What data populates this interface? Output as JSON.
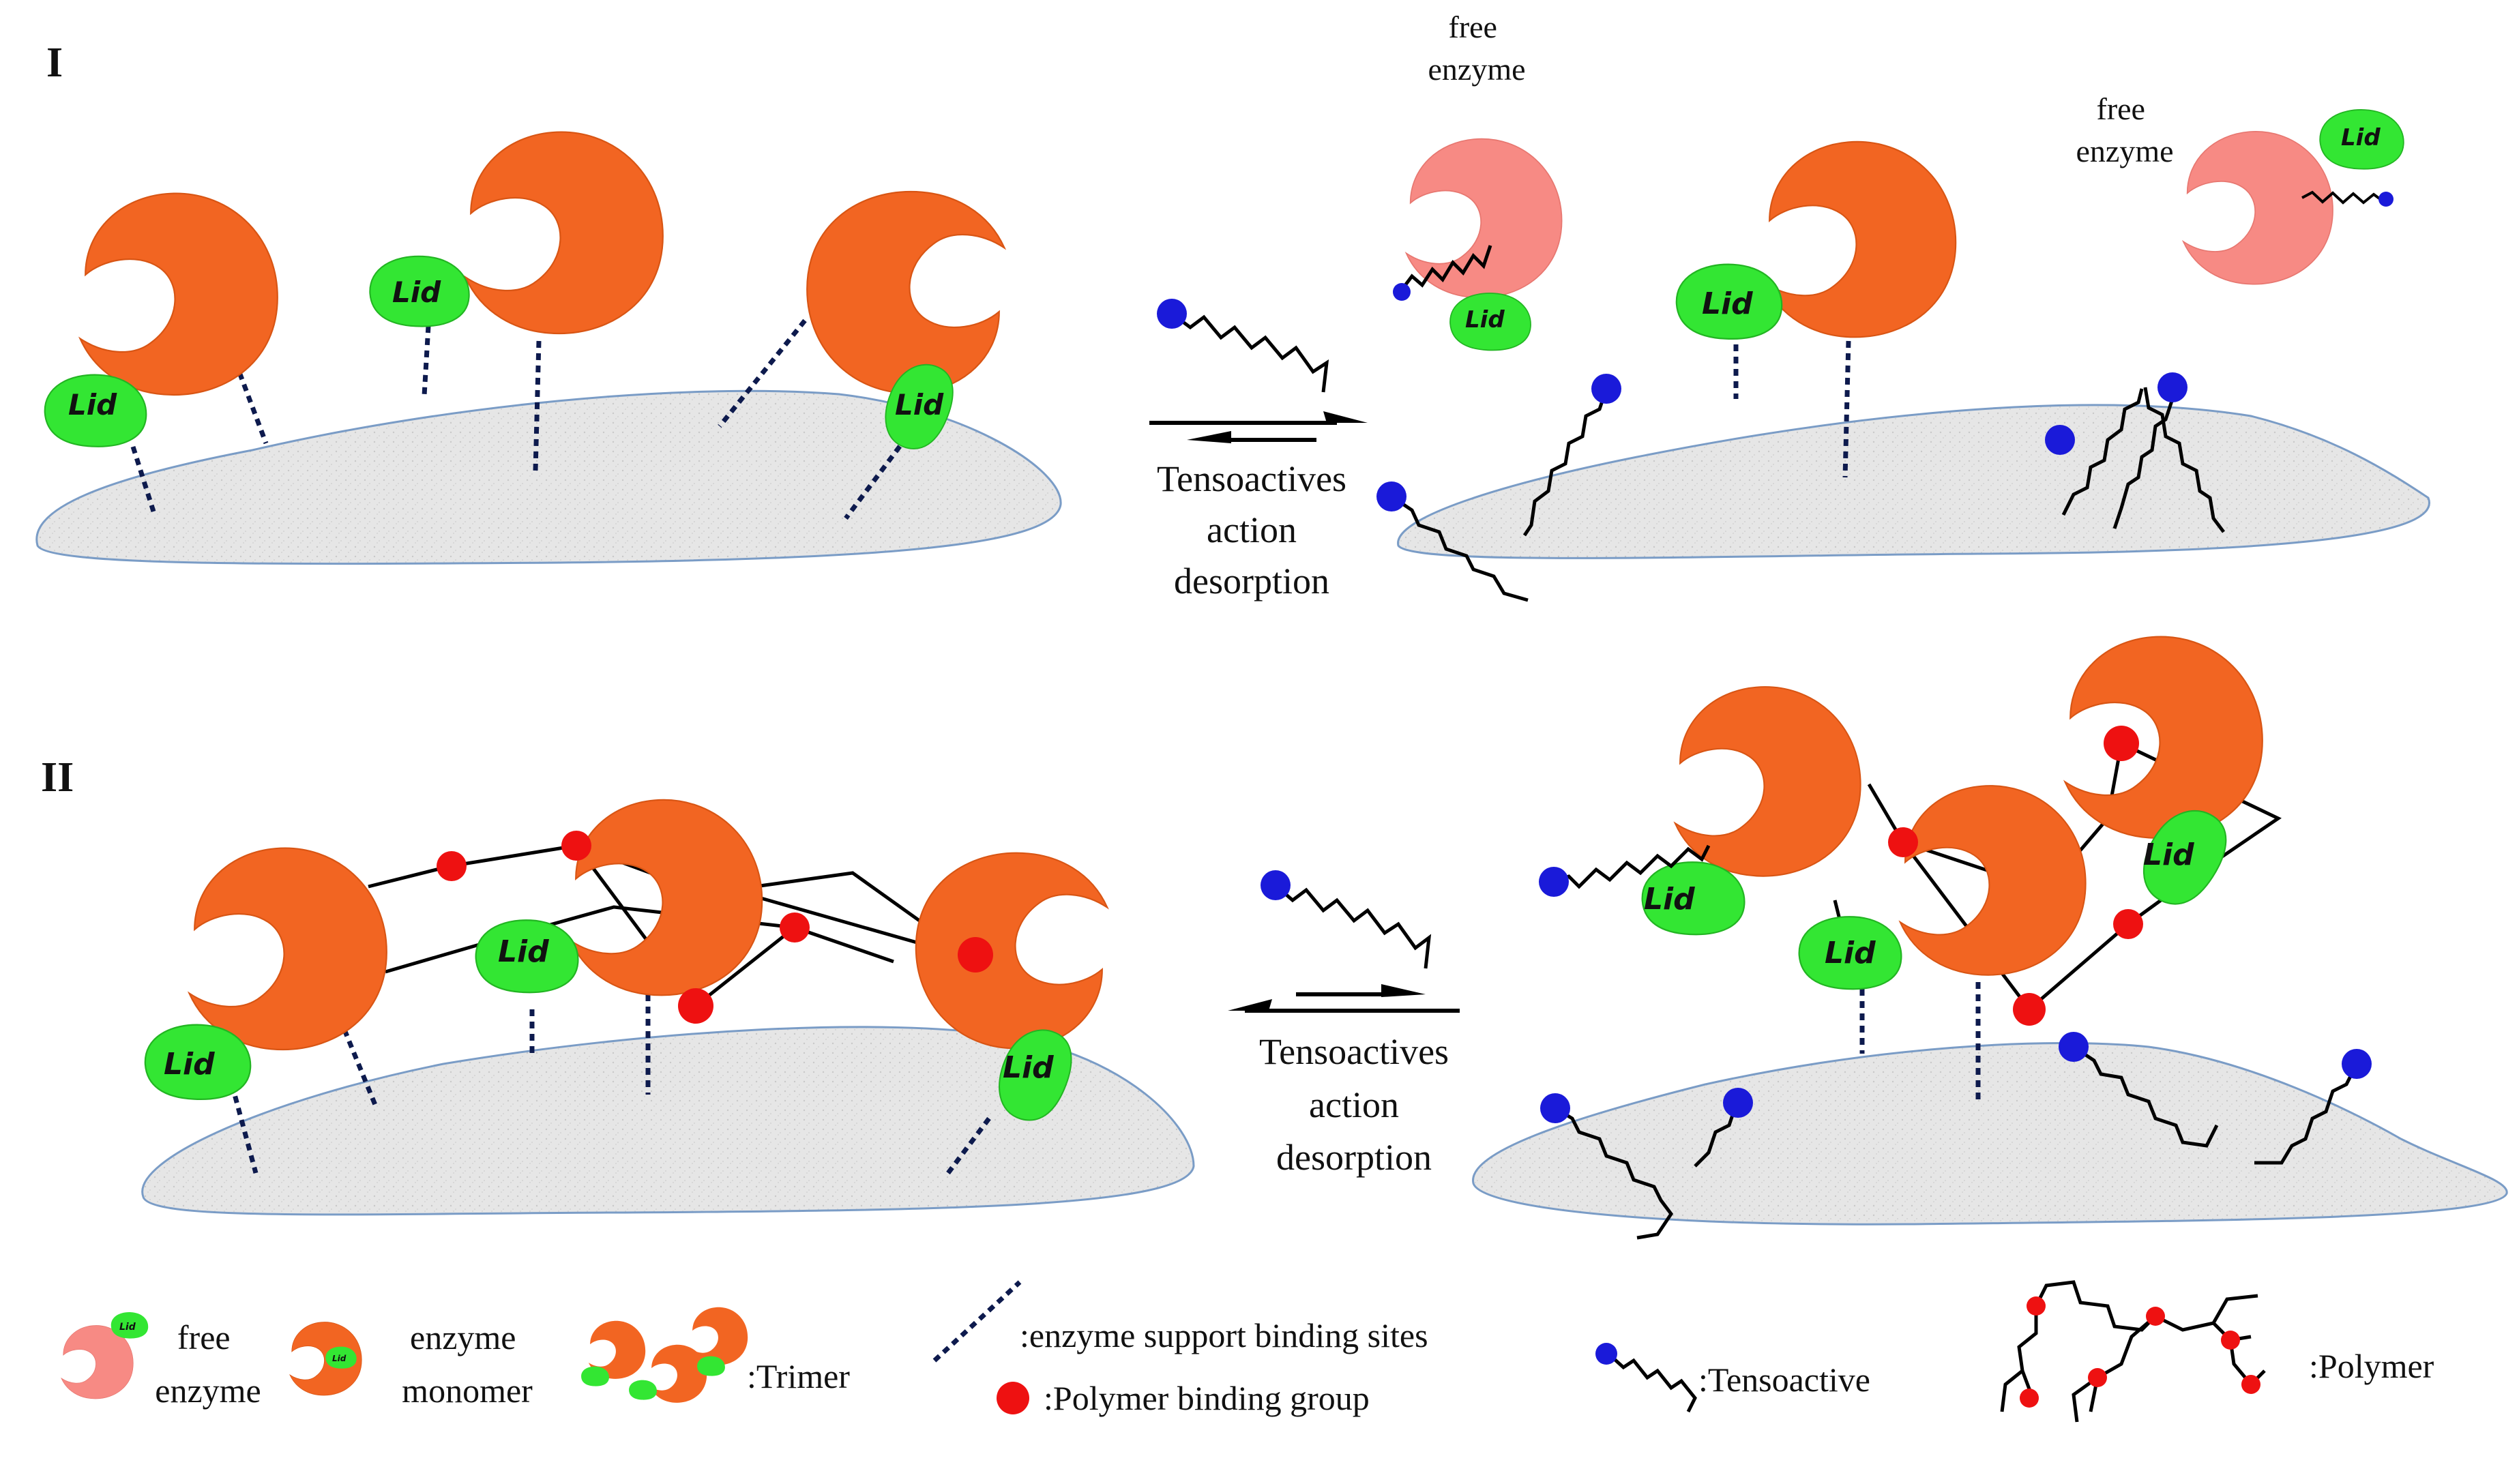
{
  "panels": {
    "one": {
      "label": "I",
      "free_enzyme_top": "free enzyme",
      "free_enzyme_right": "free enzyme",
      "arrow_caption": [
        "Tensoactives",
        "action",
        "desorption"
      ]
    },
    "two": {
      "label": "II",
      "arrow_caption": [
        "Tensoactives",
        "action",
        "desorption"
      ]
    }
  },
  "lid_text": "Lid",
  "legend": {
    "free_enzyme": "free enzyme",
    "enzyme_monomer": "enzyme monomer",
    "trimer": ":Trimer",
    "binding_sites": ":enzyme support binding sites",
    "polymer_binding_group": ":Polymer binding group",
    "tensoactive": ":Tensoactive",
    "polymer": ":Polymer"
  },
  "colors": {
    "enzyme": "#f26522",
    "enzyme_dark": "#c4450f",
    "free_enzyme": "#f78a84",
    "lid": "#33e633",
    "support": "#e8e8e8",
    "support_edge": "#7a9cc6",
    "tensoactive_head": "#1a1ad9",
    "polymer_group": "#ee1111",
    "binding_site": "#0d1a4d"
  }
}
